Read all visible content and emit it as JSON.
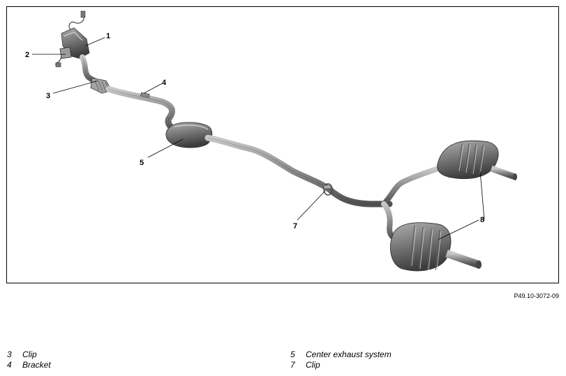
{
  "figure": {
    "reference_code": "P49.10-3072-09",
    "callouts": [
      "1",
      "2",
      "3",
      "4",
      "5",
      "7",
      "8",
      "8"
    ]
  },
  "legend": {
    "left": [
      {
        "number": "3",
        "label": "Clip"
      },
      {
        "number": "4",
        "label": "Bracket"
      }
    ],
    "right": [
      {
        "number": "5",
        "label": "Center exhaust system"
      },
      {
        "number": "7",
        "label": "Clip"
      }
    ]
  }
}
